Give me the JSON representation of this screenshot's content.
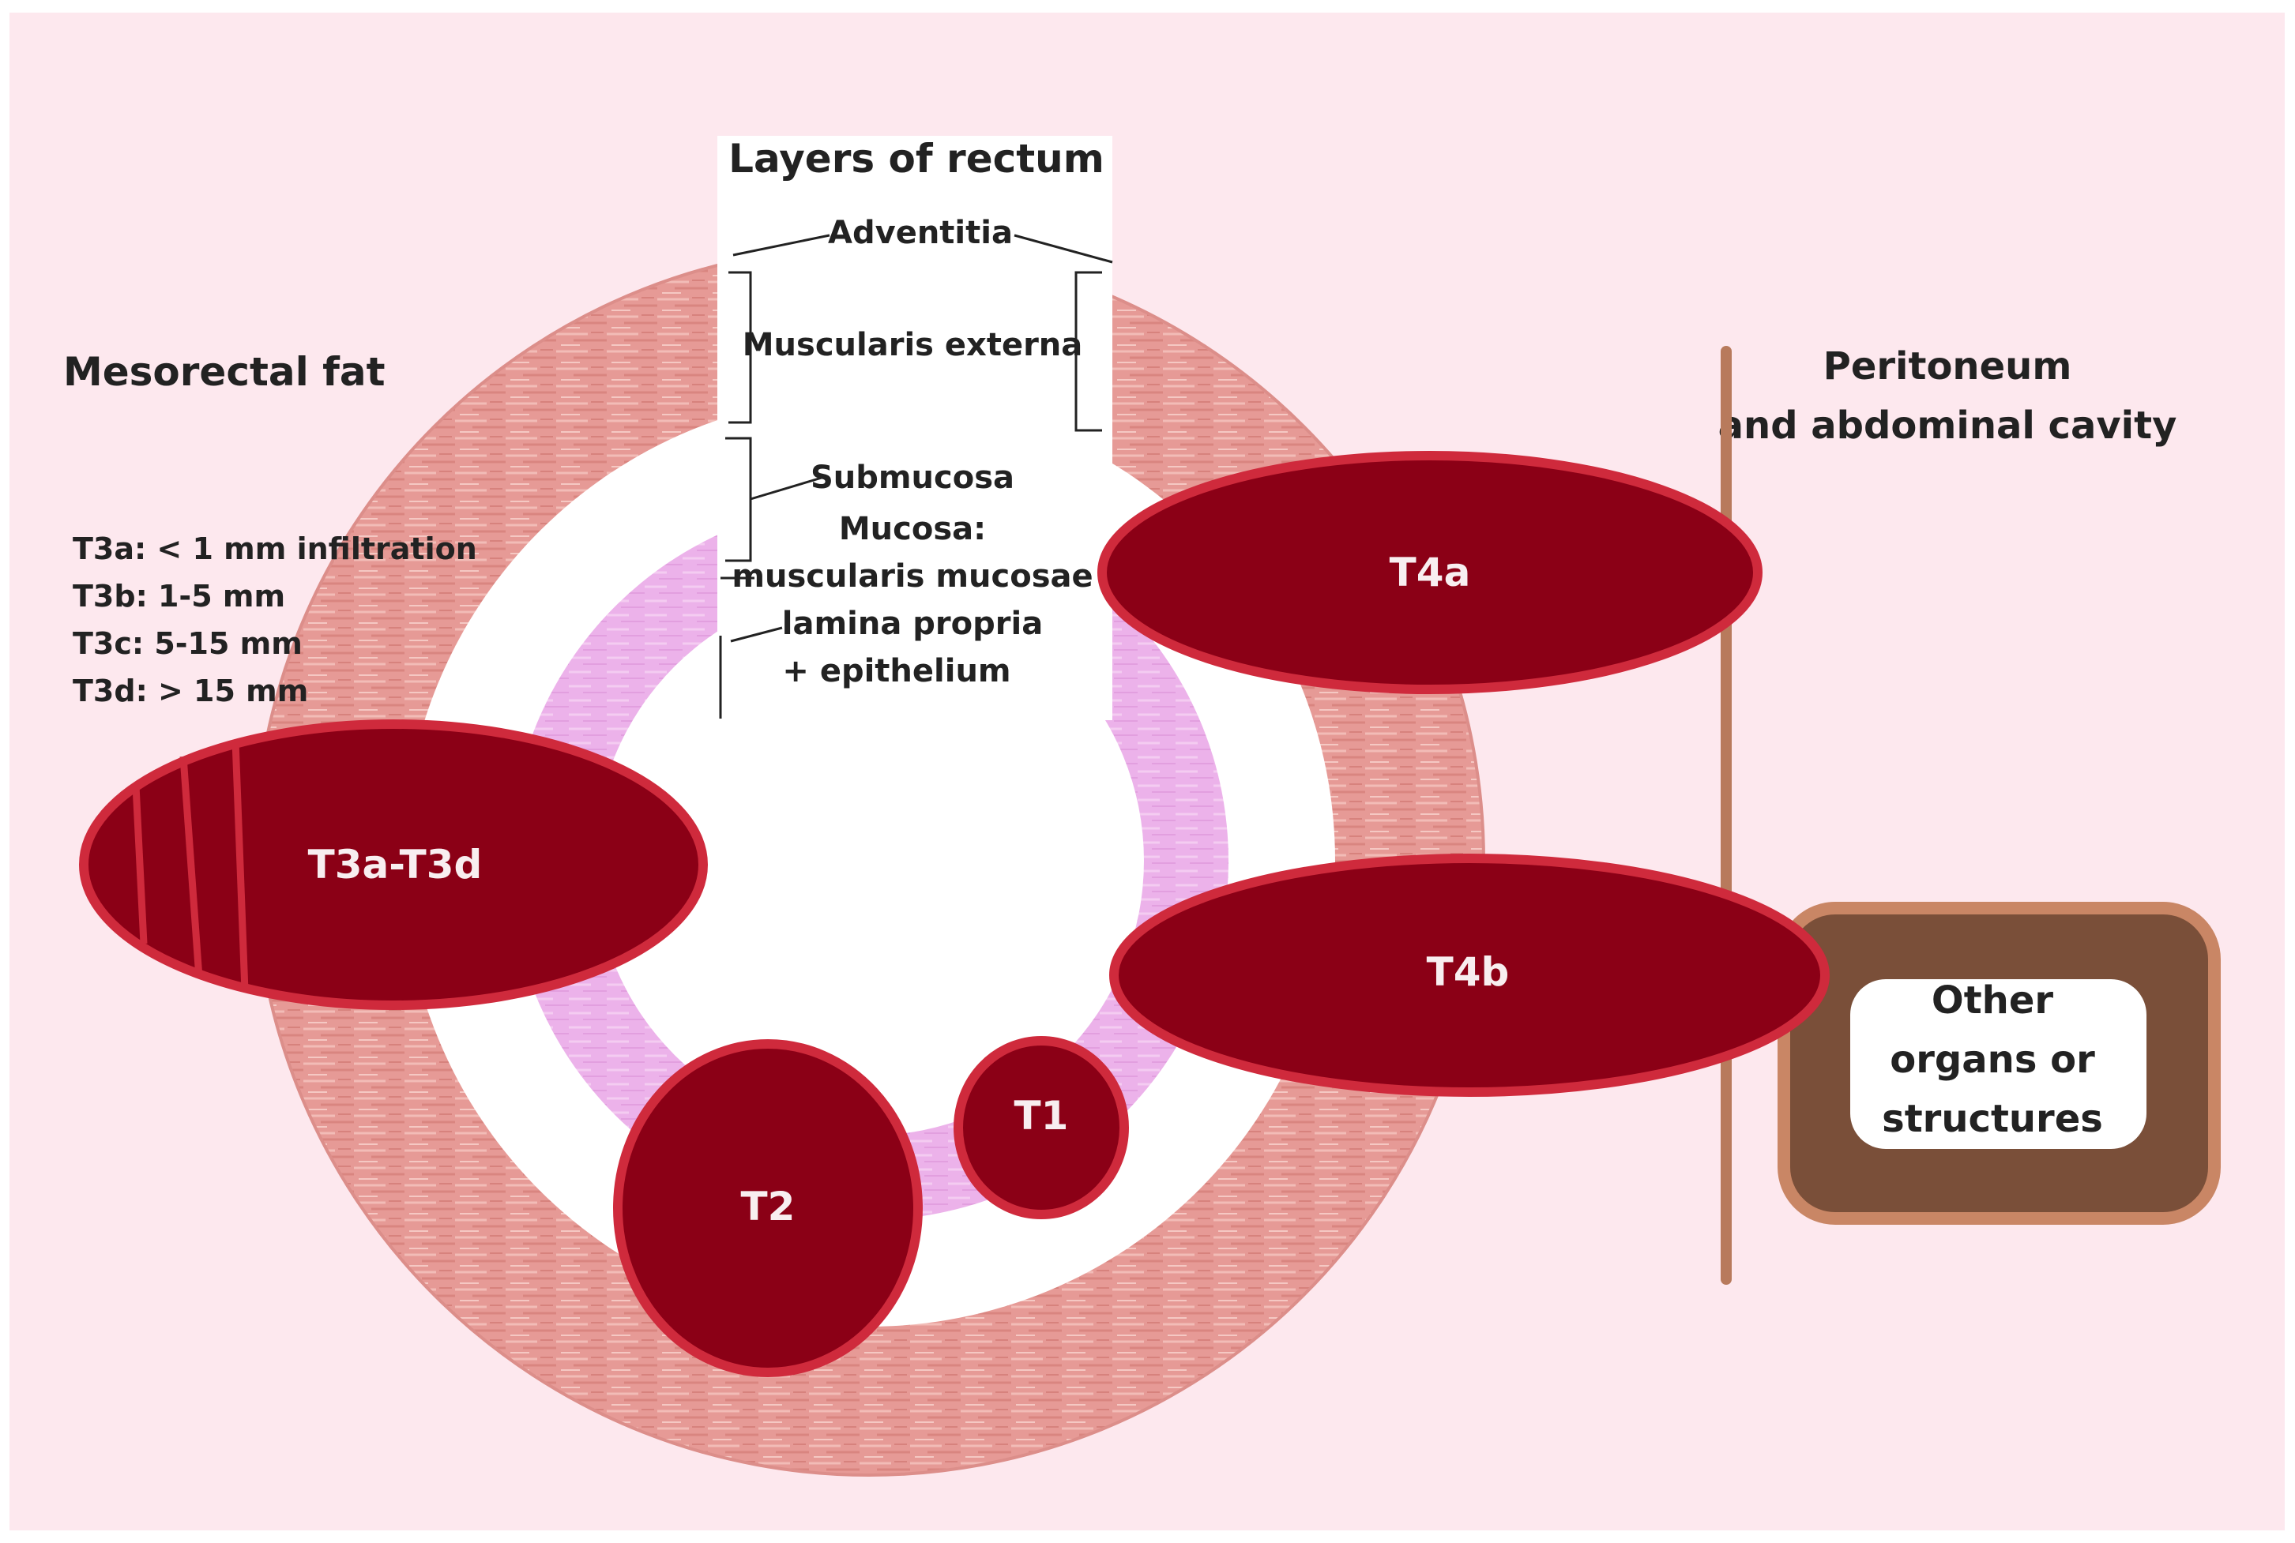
{
  "title": "Layers of rectum",
  "layers": {
    "adventitia": "Adventitia",
    "muscularis_externa": "Muscularis externa",
    "submucosa": "Submucosa",
    "mucosa": "Mucosa:",
    "muscularis_mucosae": "muscularis mucosae",
    "lamina_propria": "lamina propria",
    "epithelium": "+ epithelium"
  },
  "regions": {
    "mesorectal_fat": "Mesorectal fat",
    "peritoneum_line1": "Peritoneum",
    "peritoneum_line2": "and abdominal cavity",
    "other_line1": "Other",
    "other_line2": "organs or",
    "other_line3": "structures"
  },
  "t3_subtypes": [
    "T3a: < 1 mm infiltration",
    "T3b: 1-5 mm",
    "T3c: 5-15 mm",
    "T3d: > 15 mm"
  ],
  "tumors": {
    "t1": "T1",
    "t2": "T2",
    "t3": "T3a-T3d",
    "t4a": "T4a",
    "t4b": "T4b"
  },
  "colors": {
    "background": "#fde8ee",
    "muscle_ring": "#e69a96",
    "submucosa": "#ffffff",
    "mucosa": "#ecb2ea",
    "tumor": "#8b0016",
    "tumor_border": "#cf2a3c",
    "peritoneum_line": "#b87a5c",
    "organ_box": "#7a4f39",
    "organ_box_border": "#c98665"
  }
}
